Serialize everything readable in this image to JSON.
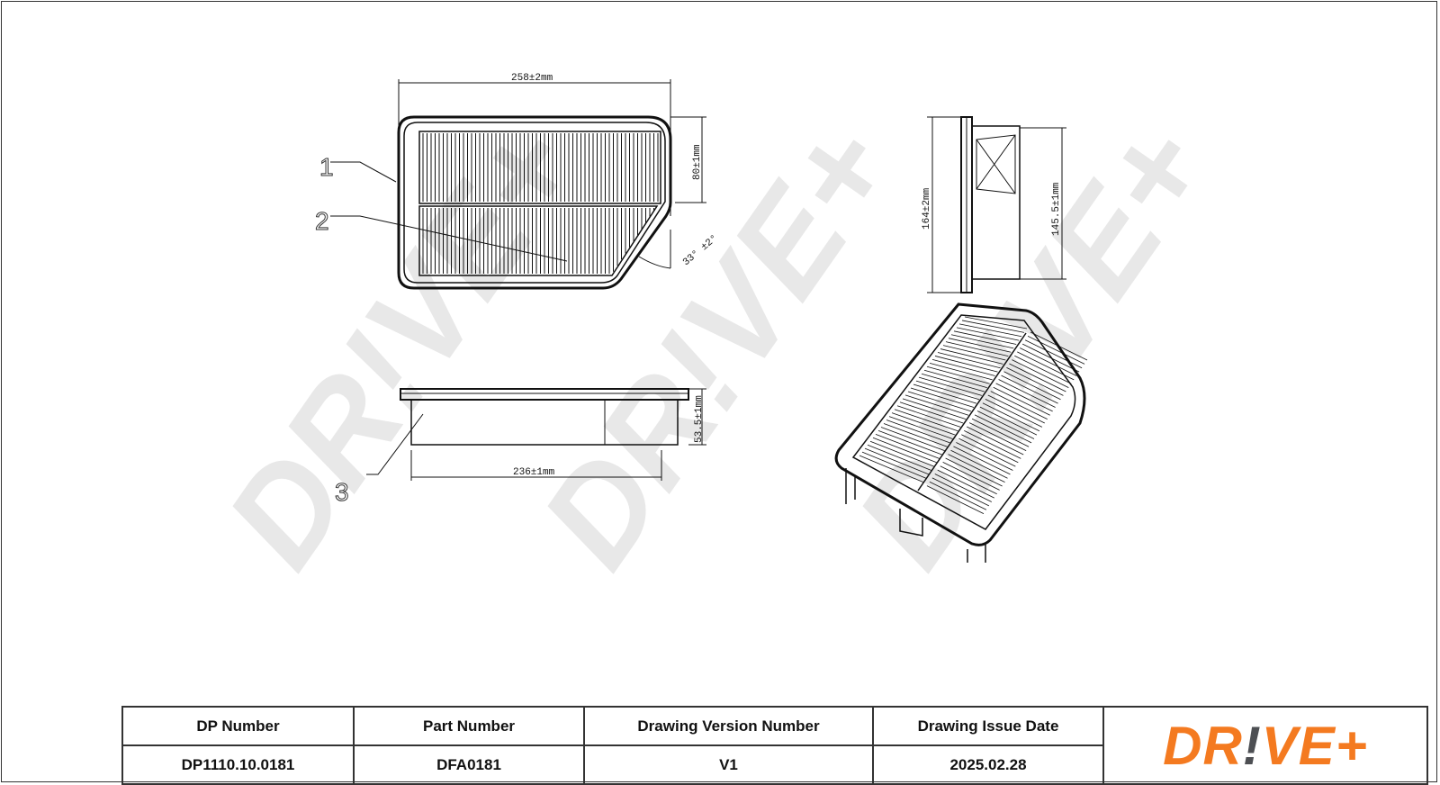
{
  "drawing": {
    "dimensions": {
      "width_top": "258±2mm",
      "height_right": "80±1mm",
      "angle": "33° ±2°",
      "side_height": "164±2mm",
      "side_inner": "145.5±1mm",
      "thickness": "53.5±1mm",
      "bottom_width": "236±1mm"
    },
    "callouts": [
      "1",
      "2",
      "3"
    ],
    "watermark": "DR!VE+"
  },
  "title_block": {
    "headers": [
      "DP Number",
      "Part Number",
      "Drawing Version Number",
      "Drawing Issue Date"
    ],
    "values": [
      "DP1110.10.0181",
      "DFA0181",
      "V1",
      "2025.02.28"
    ],
    "logo": "DR!VE+"
  },
  "colors": {
    "brand_orange": "#f47a20",
    "brand_gray": "#4d4f53",
    "watermark": "#e6e6e6"
  }
}
